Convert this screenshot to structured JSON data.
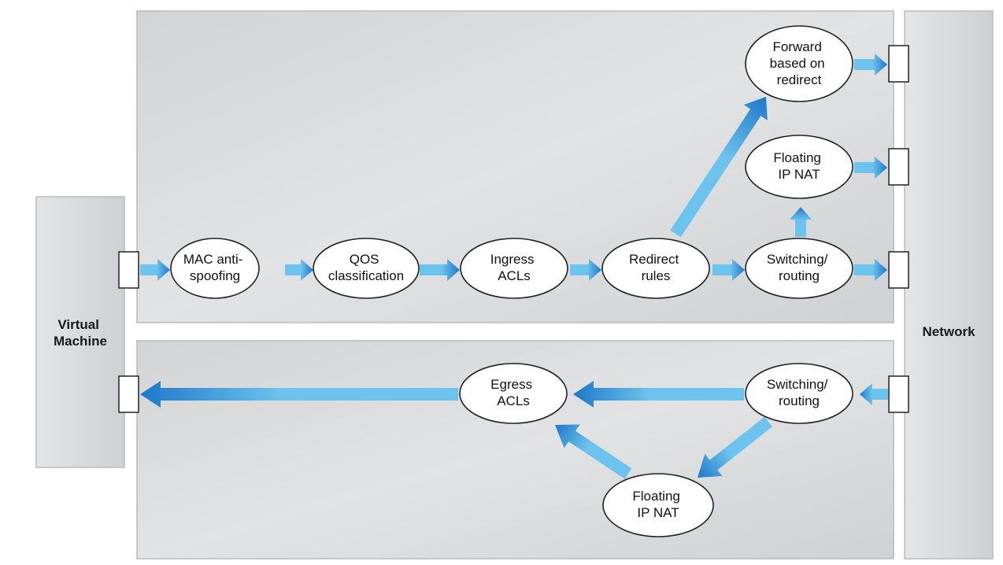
{
  "virtual_machine": {
    "label_lines": [
      "Virtual",
      "Machine"
    ]
  },
  "network": {
    "label_lines": [
      "Network"
    ]
  },
  "ingress": {
    "nodes": [
      {
        "id": "mac_anti_spoofing",
        "lines": [
          "MAC anti-",
          "spoofing"
        ]
      },
      {
        "id": "qos_classification",
        "lines": [
          "QOS",
          "classification"
        ]
      },
      {
        "id": "ingress_acls",
        "lines": [
          "Ingress",
          "ACLs"
        ]
      },
      {
        "id": "redirect_rules",
        "lines": [
          "Redirect",
          "rules"
        ]
      },
      {
        "id": "switching_routing",
        "lines": [
          "Switching/",
          "routing"
        ]
      },
      {
        "id": "floating_ip_nat",
        "lines": [
          "Floating",
          "IP NAT"
        ]
      },
      {
        "id": "forward_based_on_redirect",
        "lines": [
          "Forward",
          "based on",
          "redirect"
        ]
      }
    ]
  },
  "egress": {
    "nodes": [
      {
        "id": "switching_routing",
        "lines": [
          "Switching/",
          "routing"
        ]
      },
      {
        "id": "egress_acls",
        "lines": [
          "Egress",
          "ACLs"
        ]
      },
      {
        "id": "floating_ip_nat",
        "lines": [
          "Floating",
          "IP NAT"
        ]
      }
    ]
  },
  "colors": {
    "panel_fill": "#d9dadc",
    "panel_stroke": "#b9babc",
    "arrow_light": "#6cc4ee",
    "arrow_dark": "#1f78c8",
    "node_fill": "#ffffff",
    "node_stroke": "#222222"
  }
}
